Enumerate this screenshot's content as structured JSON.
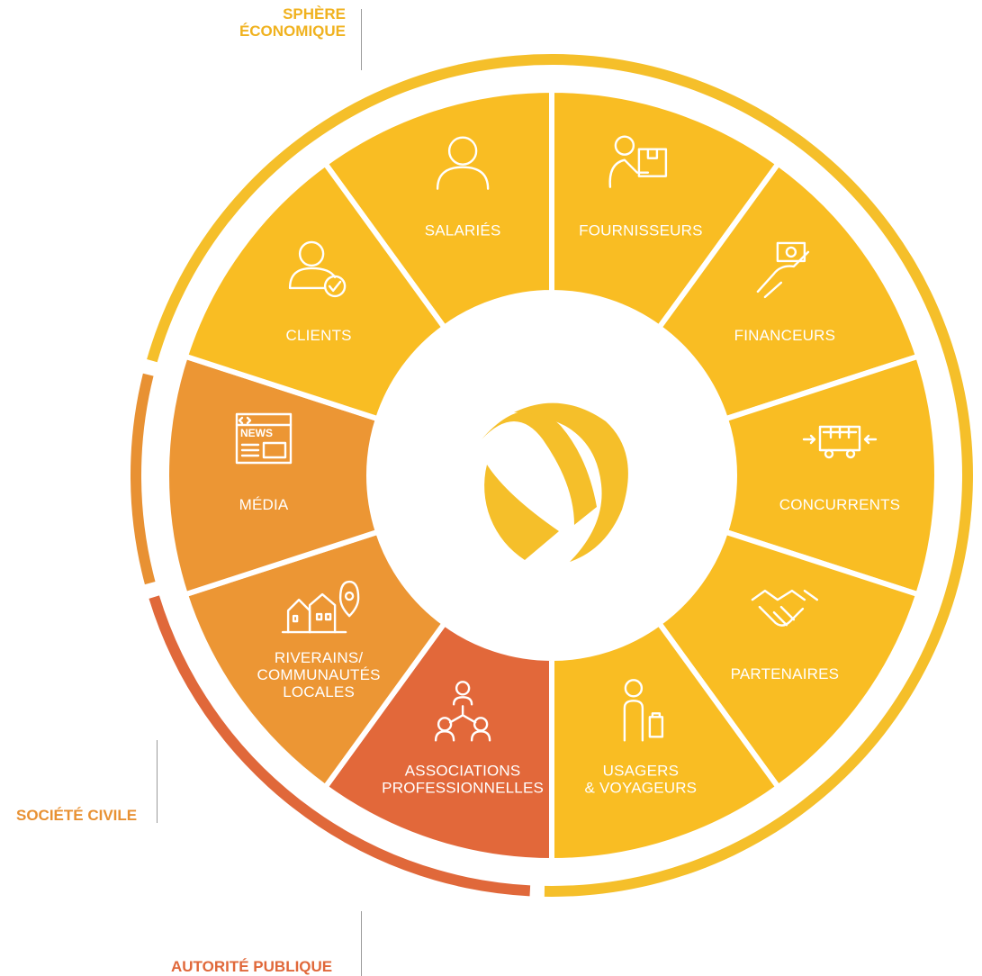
{
  "spheres": {
    "economique": {
      "line1": "SPHÈRE",
      "line2": "ÉCONOMIQUE"
    },
    "civile": "SOCIÉTÉ CIVILE",
    "publique": "AUTORITÉ PUBLIQUE"
  },
  "colors": {
    "economique": "#f9bd23",
    "civile": "#ec9634",
    "publique": "#e2683a",
    "ring_economique": "#f5bf2a",
    "ring_civile": "#e89133",
    "ring_publique": "#e0683a"
  },
  "segments": [
    {
      "key": "salaries",
      "lines": [
        "SALARIÉS"
      ],
      "icon": "person-icon",
      "sphere": "economique"
    },
    {
      "key": "fournisseurs",
      "lines": [
        "FOURNISSEURS"
      ],
      "icon": "delivery-person-icon",
      "sphere": "economique"
    },
    {
      "key": "financeurs",
      "lines": [
        "FINANCEURS"
      ],
      "icon": "hand-money-icon",
      "sphere": "economique"
    },
    {
      "key": "concurrents",
      "lines": [
        "CONCURRENTS"
      ],
      "icon": "bus-arrows-icon",
      "sphere": "economique"
    },
    {
      "key": "partenaires",
      "lines": [
        "PARTENAIRES"
      ],
      "icon": "handshake-icon",
      "sphere": "economique"
    },
    {
      "key": "usagers",
      "lines": [
        "USAGERS",
        "& VOYAGEURS"
      ],
      "icon": "traveler-luggage-icon",
      "sphere": "economique"
    },
    {
      "key": "associations",
      "lines": [
        "ASSOCIATIONS",
        "PROFESSIONNELLES"
      ],
      "icon": "people-network-icon",
      "sphere": "publique"
    },
    {
      "key": "riverains",
      "lines": [
        "RIVERAINS/",
        "COMMUNAUTÉS",
        "LOCALES"
      ],
      "icon": "houses-pin-icon",
      "sphere": "civile"
    },
    {
      "key": "media",
      "lines": [
        "MÉDIA"
      ],
      "icon": "news-icon",
      "sphere": "civile"
    },
    {
      "key": "clients",
      "lines": [
        "CLIENTS"
      ],
      "icon": "person-check-icon",
      "sphere": "economique"
    }
  ],
  "news_icon_text": "NEWS",
  "logo_icon": "company-logo-icon"
}
